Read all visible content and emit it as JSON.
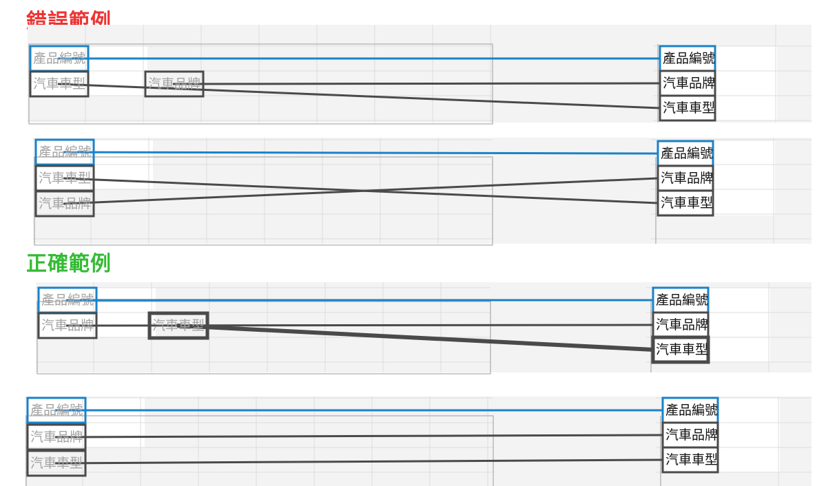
{
  "colors": {
    "wrong_heading": "#ee3333",
    "correct_heading": "#33bb33",
    "key_link": "#1a82c8",
    "link": "#4a4a4a",
    "grid": "#dcdcdc",
    "sheet_bg": "#f3f3f3"
  },
  "sections": {
    "wrong": {
      "heading": "錯誤範例",
      "examples": [
        {
          "source": [
            "產品編號",
            "汽車車型",
            "汽車品牌"
          ],
          "target": [
            "產品編號",
            "汽車品牌",
            "汽車車型"
          ],
          "links": [
            [
              "產品編號",
              "產品編號"
            ],
            [
              "汽車品牌",
              "汽車品牌"
            ],
            [
              "汽車車型",
              "汽車車型"
            ]
          ]
        },
        {
          "source": [
            "產品編號",
            "汽車車型",
            "汽車品牌"
          ],
          "target": [
            "產品編號",
            "汽車品牌",
            "汽車車型"
          ],
          "links": [
            [
              "產品編號",
              "產品編號"
            ],
            [
              "汽車車型",
              "汽車車型"
            ],
            [
              "汽車品牌",
              "汽車品牌"
            ]
          ]
        }
      ]
    },
    "correct": {
      "heading": "正確範例",
      "examples": [
        {
          "source": [
            "產品編號",
            "汽車品牌",
            "汽車車型"
          ],
          "target": [
            "產品編號",
            "汽車品牌",
            "汽車車型"
          ],
          "links": [
            [
              "產品編號",
              "產品編號"
            ],
            [
              "汽車品牌",
              "汽車品牌"
            ],
            [
              "汽車車型",
              "汽車車型"
            ]
          ]
        },
        {
          "source": [
            "產品編號",
            "汽車品牌",
            "汽車車型"
          ],
          "target": [
            "產品編號",
            "汽車品牌",
            "汽車車型"
          ],
          "links": [
            [
              "產品編號",
              "產品編號"
            ],
            [
              "汽車品牌",
              "汽車品牌"
            ],
            [
              "汽車車型",
              "汽車車型"
            ]
          ]
        }
      ]
    }
  }
}
